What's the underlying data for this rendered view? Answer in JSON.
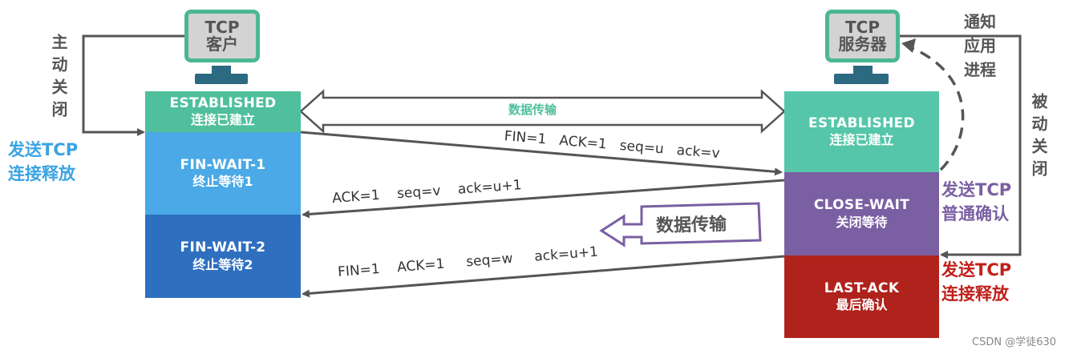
{
  "client": {
    "monitor_label": [
      "TCP",
      "客户"
    ],
    "action_label": "主动关闭",
    "send_label": [
      "发送TCP",
      "连接释放"
    ],
    "states": [
      {
        "en": "ESTABLISHED",
        "cn": "连接已建立",
        "color": "#4fbf9c"
      },
      {
        "en": "FIN-WAIT-1",
        "cn": "终止等待1",
        "color": "#4aa9e6"
      },
      {
        "en": "FIN-WAIT-2",
        "cn": "终止等待2",
        "color": "#2e6fc0"
      }
    ]
  },
  "server": {
    "monitor_label": [
      "TCP",
      "服务器"
    ],
    "notify_label": [
      "通知",
      "应用",
      "进程"
    ],
    "action_label": "被动关闭",
    "ack_label": [
      "发送TCP",
      "普通确认"
    ],
    "release_label": [
      "发送TCP",
      "连接释放"
    ],
    "states": [
      {
        "en": "ESTABLISHED",
        "cn": "连接已建立",
        "color": "#55c6a9"
      },
      {
        "en": "CLOSE-WAIT",
        "cn": "关闭等待",
        "color": "#7a5fa2"
      },
      {
        "en": "LAST-ACK",
        "cn": "最后确认",
        "color": "#b0221c"
      }
    ]
  },
  "data_transfer_both": "数据传输",
  "data_transfer_server": "数据传输",
  "messages": {
    "fin1": "FIN=1   ACK=1   seq=u   ack=v",
    "ack1": "ACK=1    seq=v    ack=u+1",
    "fin2": "FIN=1    ACK=1     seq=w     ack=u+1"
  },
  "watermark": "CSDN @学徒630",
  "colors": {
    "client_text": "#3aa3e3",
    "server_ack_text": "#7a5fa2",
    "server_release_text": "#c0201a",
    "data_green": "#4fbf9c"
  }
}
